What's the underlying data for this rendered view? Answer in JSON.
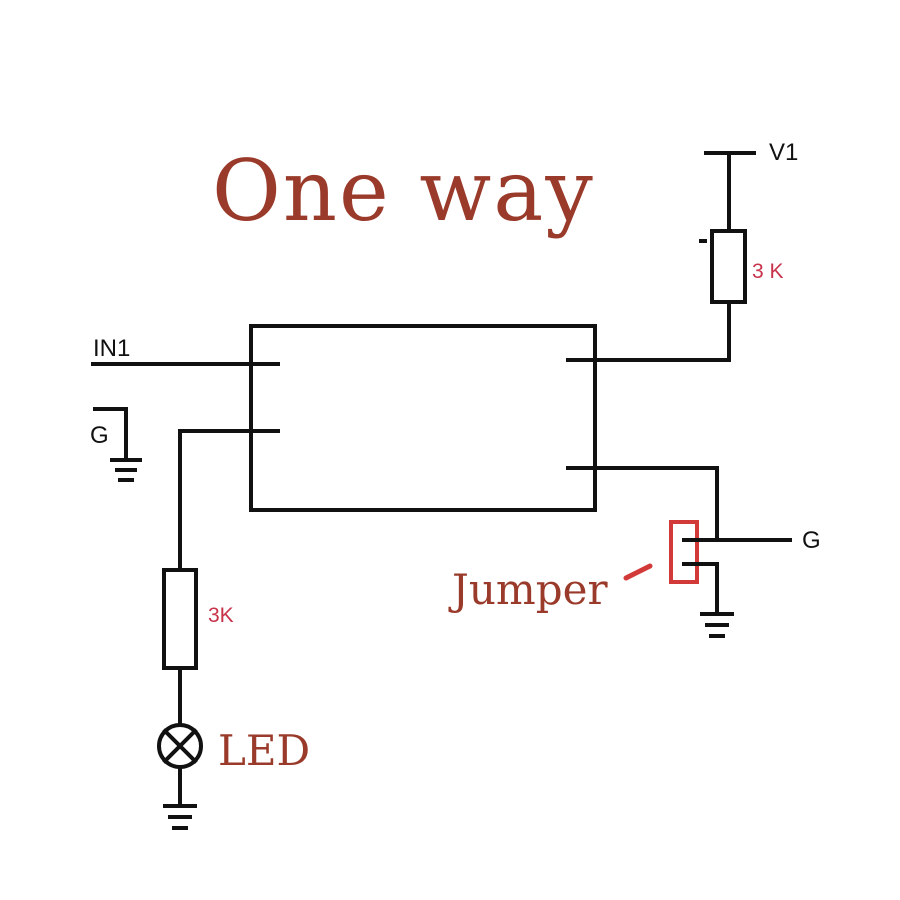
{
  "diagram": {
    "title": "One way",
    "labels": {
      "in1": "IN1",
      "g_left": "G",
      "v1": "V1",
      "g_right": "G",
      "jumper": "Jumper",
      "led": "LED"
    },
    "resistors": {
      "top": {
        "value": "3 K"
      },
      "bottom": {
        "value": "3K"
      }
    },
    "colors": {
      "wire": "#111111",
      "title": "#9a3a2a",
      "component_value": "#c8324a",
      "jumper_outline": "#d23a3a"
    }
  }
}
